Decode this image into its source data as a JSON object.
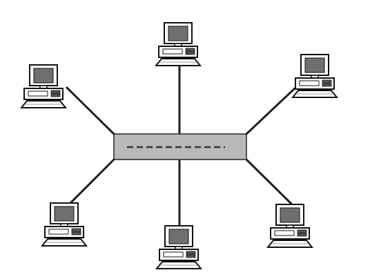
{
  "diagram": {
    "type": "star-network-topology",
    "hub": {
      "icon": "network-switch-icon"
    },
    "nodes": [
      {
        "id": "pc-top-center",
        "icon": "desktop-computer-icon"
      },
      {
        "id": "pc-upper-left",
        "icon": "desktop-computer-icon"
      },
      {
        "id": "pc-upper-right",
        "icon": "desktop-computer-icon"
      },
      {
        "id": "pc-lower-left",
        "icon": "desktop-computer-icon"
      },
      {
        "id": "pc-bottom-center",
        "icon": "desktop-computer-icon"
      },
      {
        "id": "pc-lower-right",
        "icon": "desktop-computer-icon"
      }
    ],
    "links": [
      {
        "from": "hub",
        "to": "pc-top-center"
      },
      {
        "from": "hub",
        "to": "pc-upper-left"
      },
      {
        "from": "hub",
        "to": "pc-upper-right"
      },
      {
        "from": "hub",
        "to": "pc-lower-left"
      },
      {
        "from": "hub",
        "to": "pc-bottom-center"
      },
      {
        "from": "hub",
        "to": "pc-lower-right"
      }
    ],
    "colors": {
      "hub_fill": "#b9b9b9",
      "screen": "#6f6f6f",
      "line": "#1e1e1e"
    }
  }
}
